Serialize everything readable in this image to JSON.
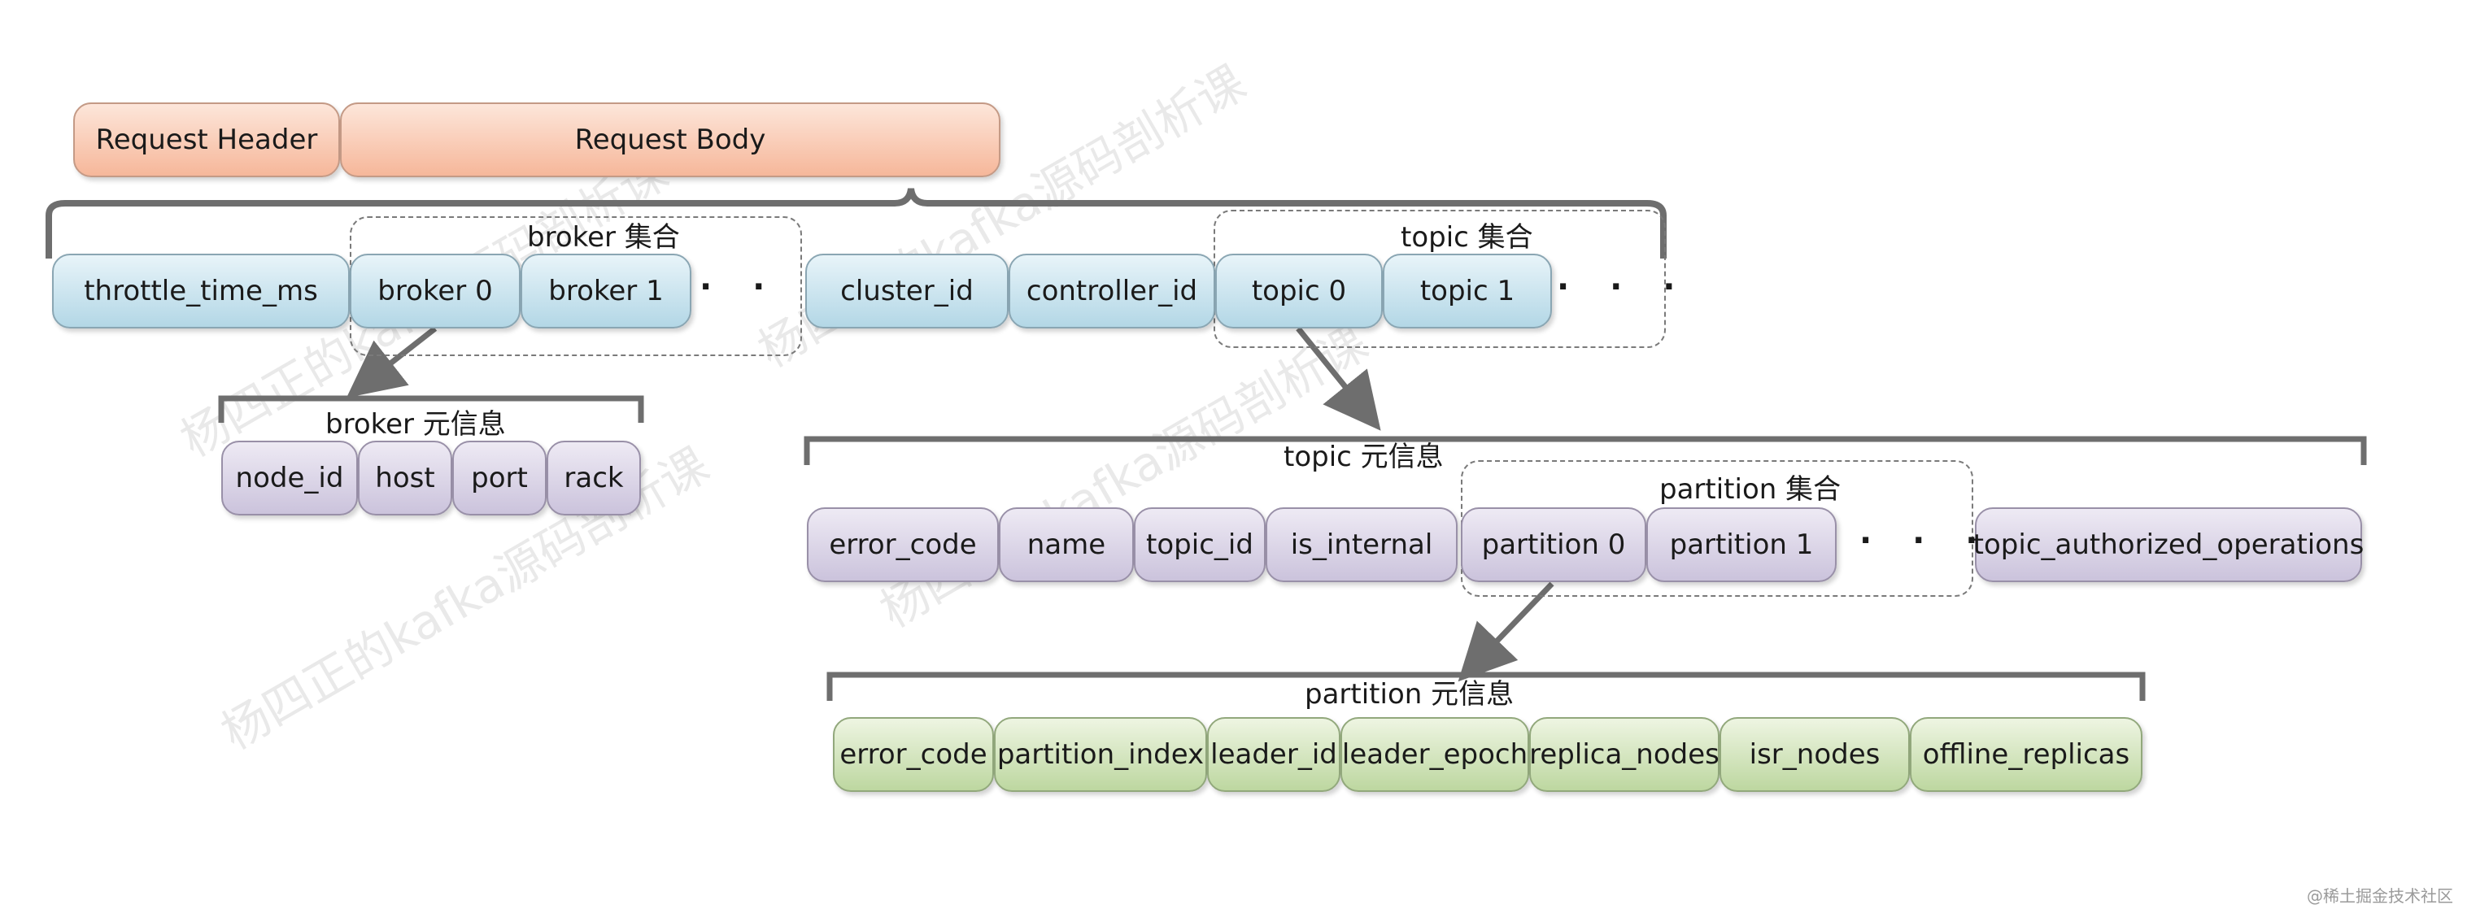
{
  "request": {
    "header": "Request Header",
    "body": "Request Body"
  },
  "body_fields": {
    "throttle": "throttle_time_ms",
    "broker0": "broker 0",
    "broker1": "broker 1",
    "cluster_id": "cluster_id",
    "controller_id": "controller_id",
    "topic0": "topic 0",
    "topic1": "topic 1",
    "ellipsis": "· · ·"
  },
  "groups": {
    "broker_set": "broker 集合",
    "topic_set": "topic 集合",
    "partition_set": "partition 集合"
  },
  "broker_meta": {
    "title": "broker 元信息",
    "fields": [
      "node_id",
      "host",
      "port",
      "rack"
    ]
  },
  "topic_meta": {
    "title": "topic 元信息",
    "fields": [
      "error_code",
      "name",
      "topic_id",
      "is_internal",
      "partition 0",
      "partition 1",
      "topic_authorized_operations"
    ]
  },
  "partition_meta": {
    "title": "partition 元信息",
    "fields": [
      "error_code",
      "partition_index",
      "leader_id",
      "leader_epoch",
      "replica_nodes",
      "isr_nodes",
      "offline_replicas"
    ]
  },
  "watermark": "杨四正的kafka源码剖析课",
  "credit": "@稀土掘金技术社区",
  "colors": {
    "request": "#f6b79a",
    "body_field": "#b3d7e6",
    "meta_field": "#cbc3dc",
    "partition_field": "#bdd7a0",
    "connector": "#6e6e6e"
  }
}
